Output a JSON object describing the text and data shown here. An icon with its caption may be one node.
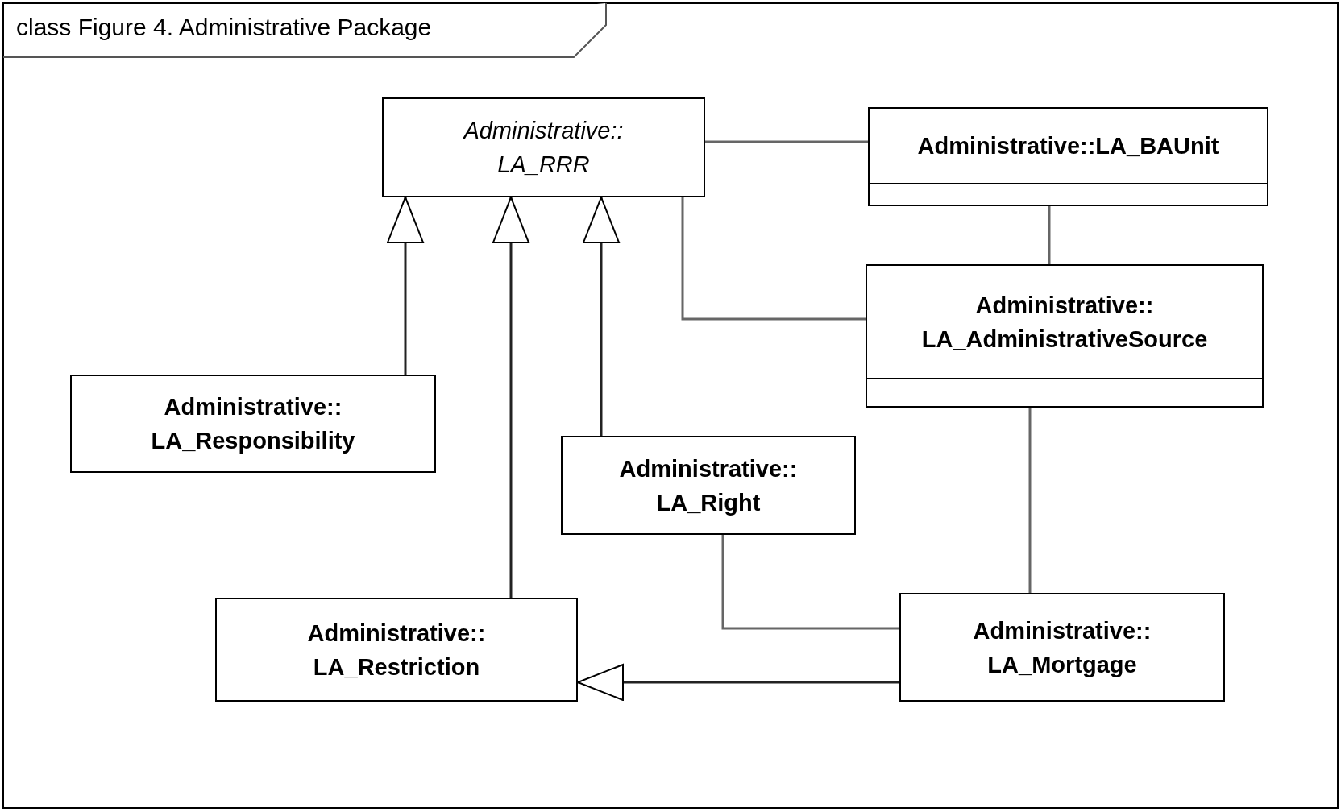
{
  "diagram": {
    "title": "class Figure 4. Administrative Package",
    "nodes": [
      {
        "text": [
          "Administrative:: LA_RRR"
        ]
      },
      {
        "text": [
          "Administrative::LA_BAUnit"
        ]
      },
      {
        "text": [
          "Administrative:: LA_AdministrativeSource"
        ]
      },
      {
        "text": [
          "Administrative:: LA_Responsibility"
        ]
      },
      {
        "text": [
          "Administrative:: LA_Right"
        ]
      },
      {
        "text": [
          "Administrative:: LA_Restriction"
        ]
      },
      {
        "text": [
          "Administrative:: LA_Mortgage"
        ]
      }
    ],
    "edges": [
      {
        "from": 3,
        "to": 0,
        "arrow": "to"
      },
      {
        "from": 5,
        "to": 0,
        "arrow": "to"
      },
      {
        "from": 4,
        "to": 0,
        "arrow": "to"
      },
      {
        "from": 6,
        "to": 5,
        "arrow": "to"
      },
      {
        "from": 0,
        "to": 1,
        "arrow": "none"
      },
      {
        "from": 1,
        "to": 2,
        "arrow": "none"
      },
      {
        "from": 0,
        "to": 2,
        "arrow": "none"
      },
      {
        "from": 4,
        "to": 6,
        "arrow": "none"
      },
      {
        "from": 2,
        "to": 6,
        "arrow": "none"
      }
    ]
  }
}
